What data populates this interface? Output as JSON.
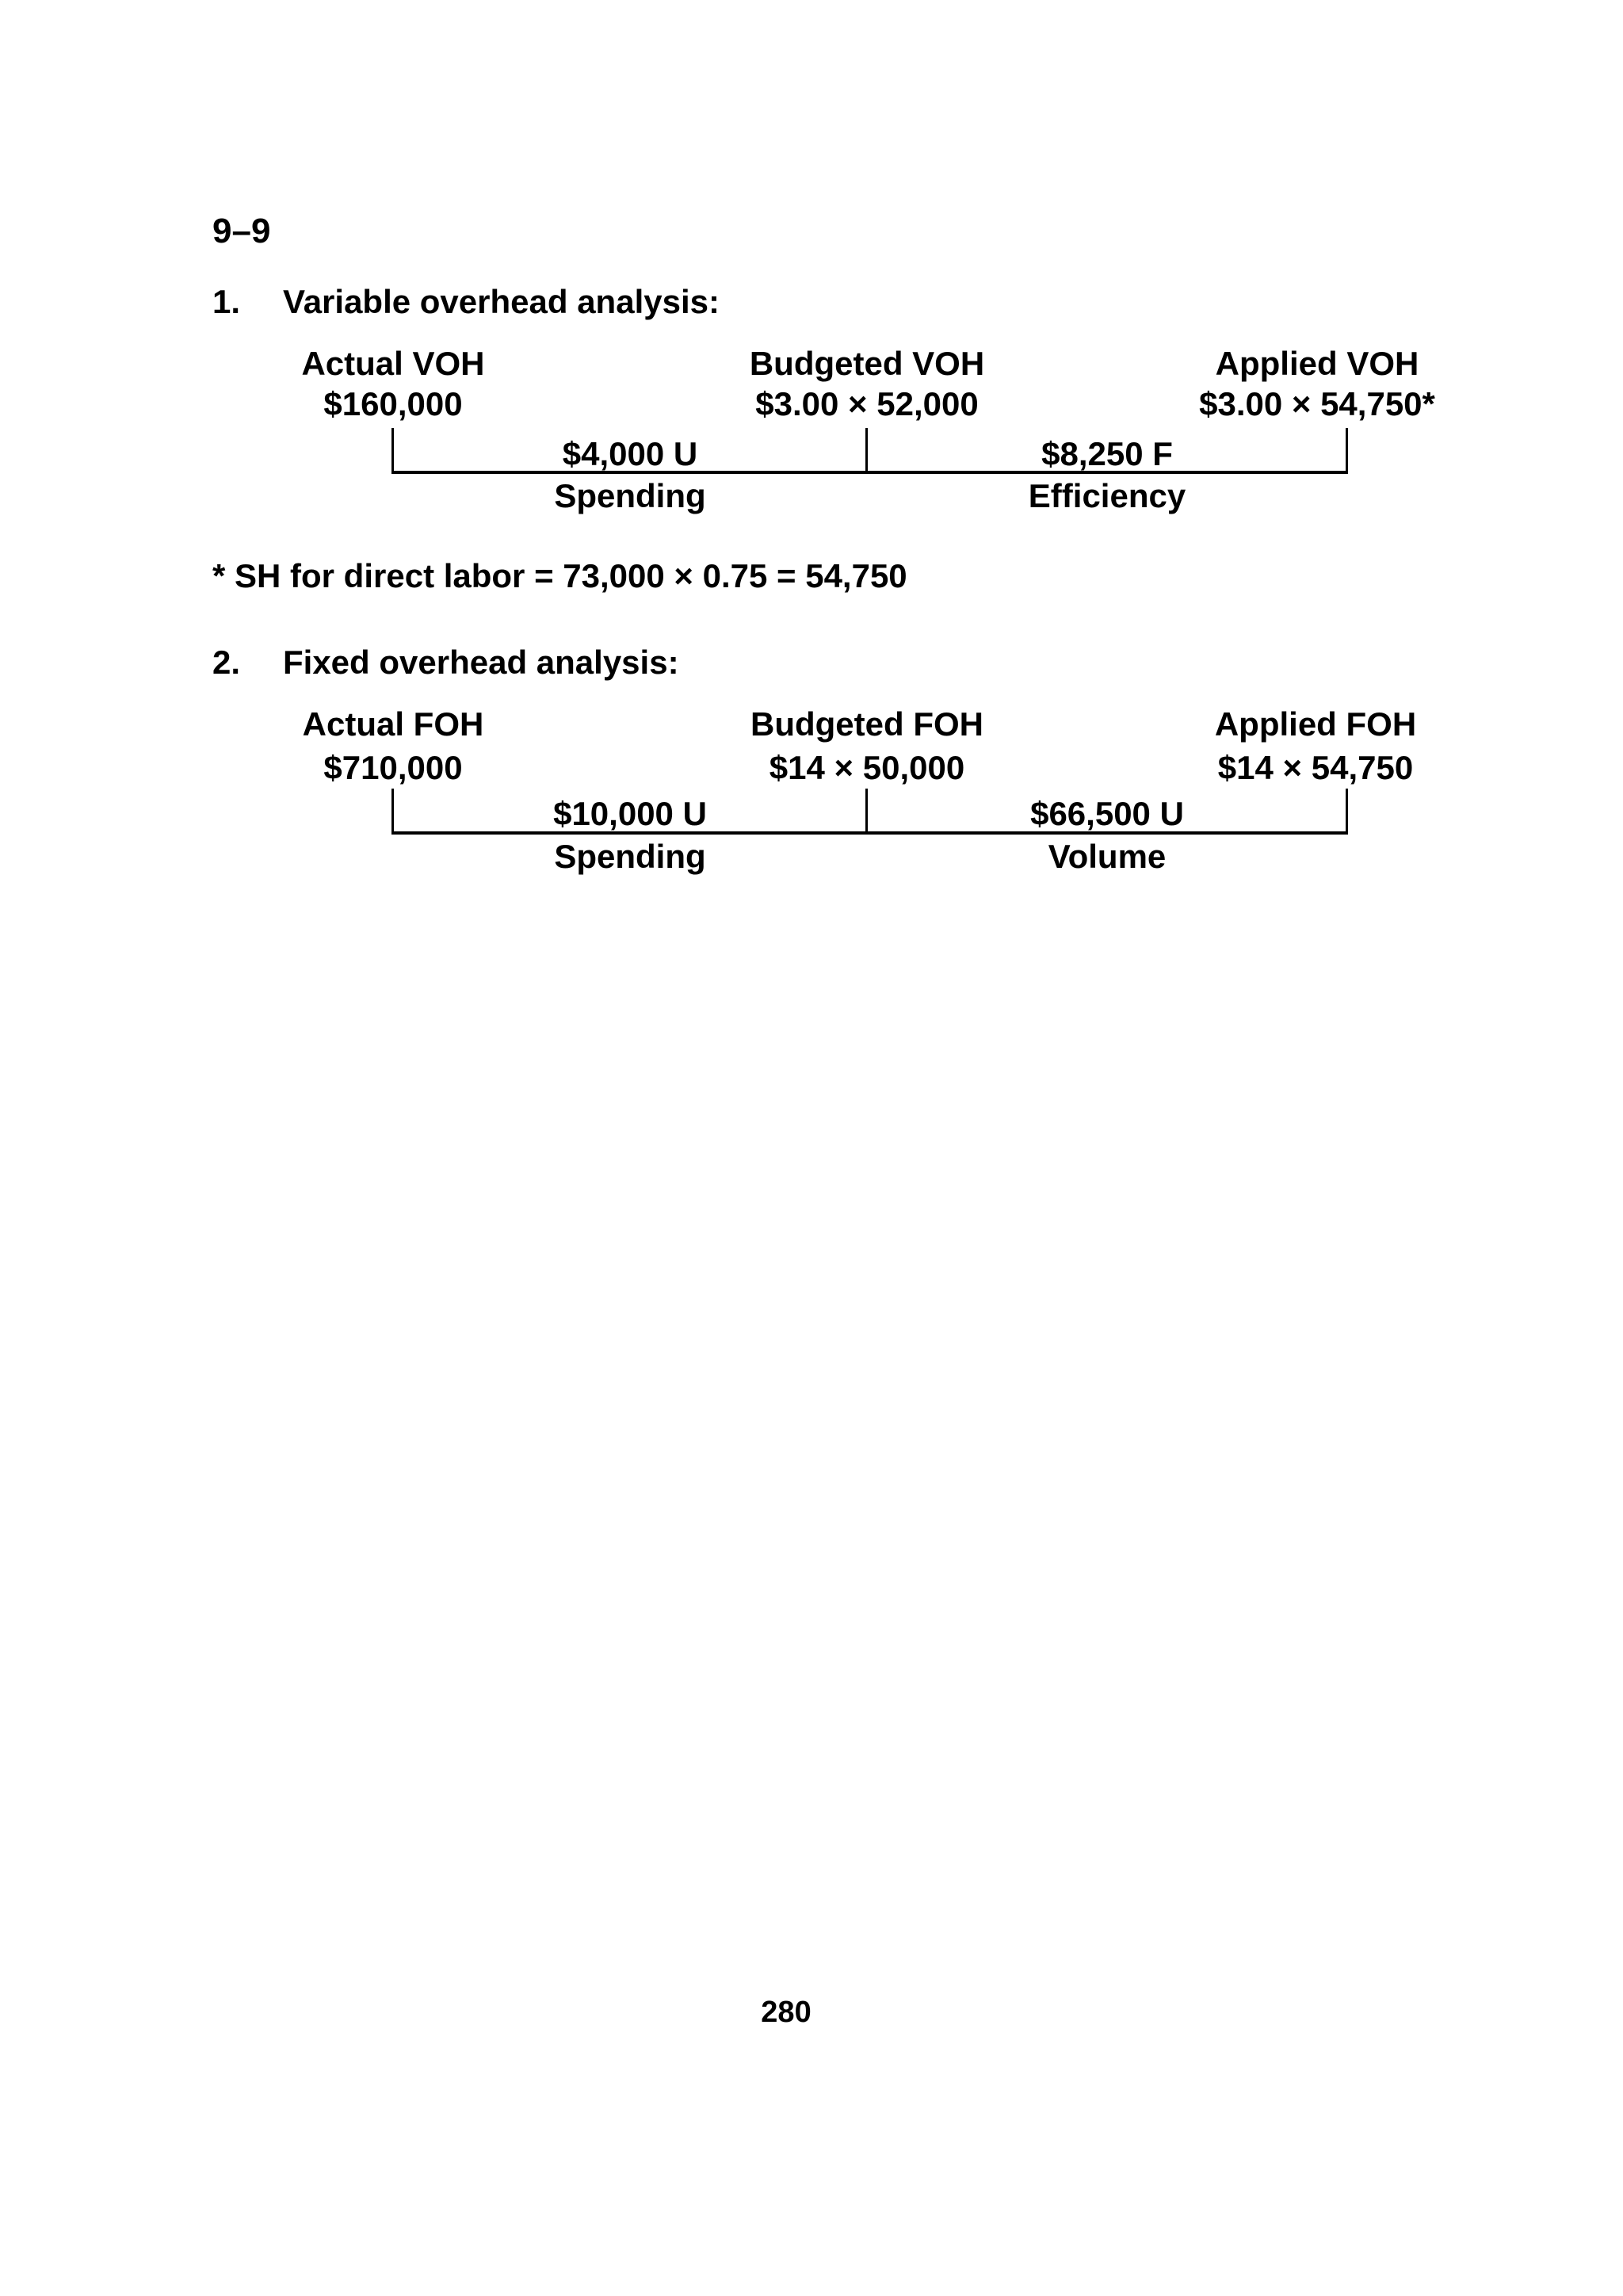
{
  "colors": {
    "text": "#000000",
    "background": "#ffffff"
  },
  "page": {
    "problem_number": "9–9",
    "page_number": "280"
  },
  "sections": [
    {
      "number": "1.",
      "title": "Variable overhead analysis:",
      "columns": [
        {
          "header": "Actual VOH",
          "amount": "$160,000"
        },
        {
          "header": "Budgeted VOH",
          "amount": "$3.00 × 52,000"
        },
        {
          "header": "Applied VOH",
          "amount": "$3.00 × 54,750*"
        }
      ],
      "variances": [
        {
          "value": "$4,000 U",
          "name": "Spending"
        },
        {
          "value": "$8,250 F",
          "name": "Efficiency"
        }
      ],
      "footnote": "* SH for direct labor = 73,000 × 0.75 = 54,750"
    },
    {
      "number": "2.",
      "title": "Fixed overhead analysis:",
      "columns": [
        {
          "header": "Actual FOH",
          "amount": "$710,000"
        },
        {
          "header": "Budgeted FOH",
          "amount": "$14 × 50,000"
        },
        {
          "header": "Applied FOH",
          "amount": "$14 × 54,750"
        }
      ],
      "variances": [
        {
          "value": "$10,000 U",
          "name": "Spending"
        },
        {
          "value": "$66,500 U",
          "name": "Volume"
        }
      ]
    }
  ]
}
